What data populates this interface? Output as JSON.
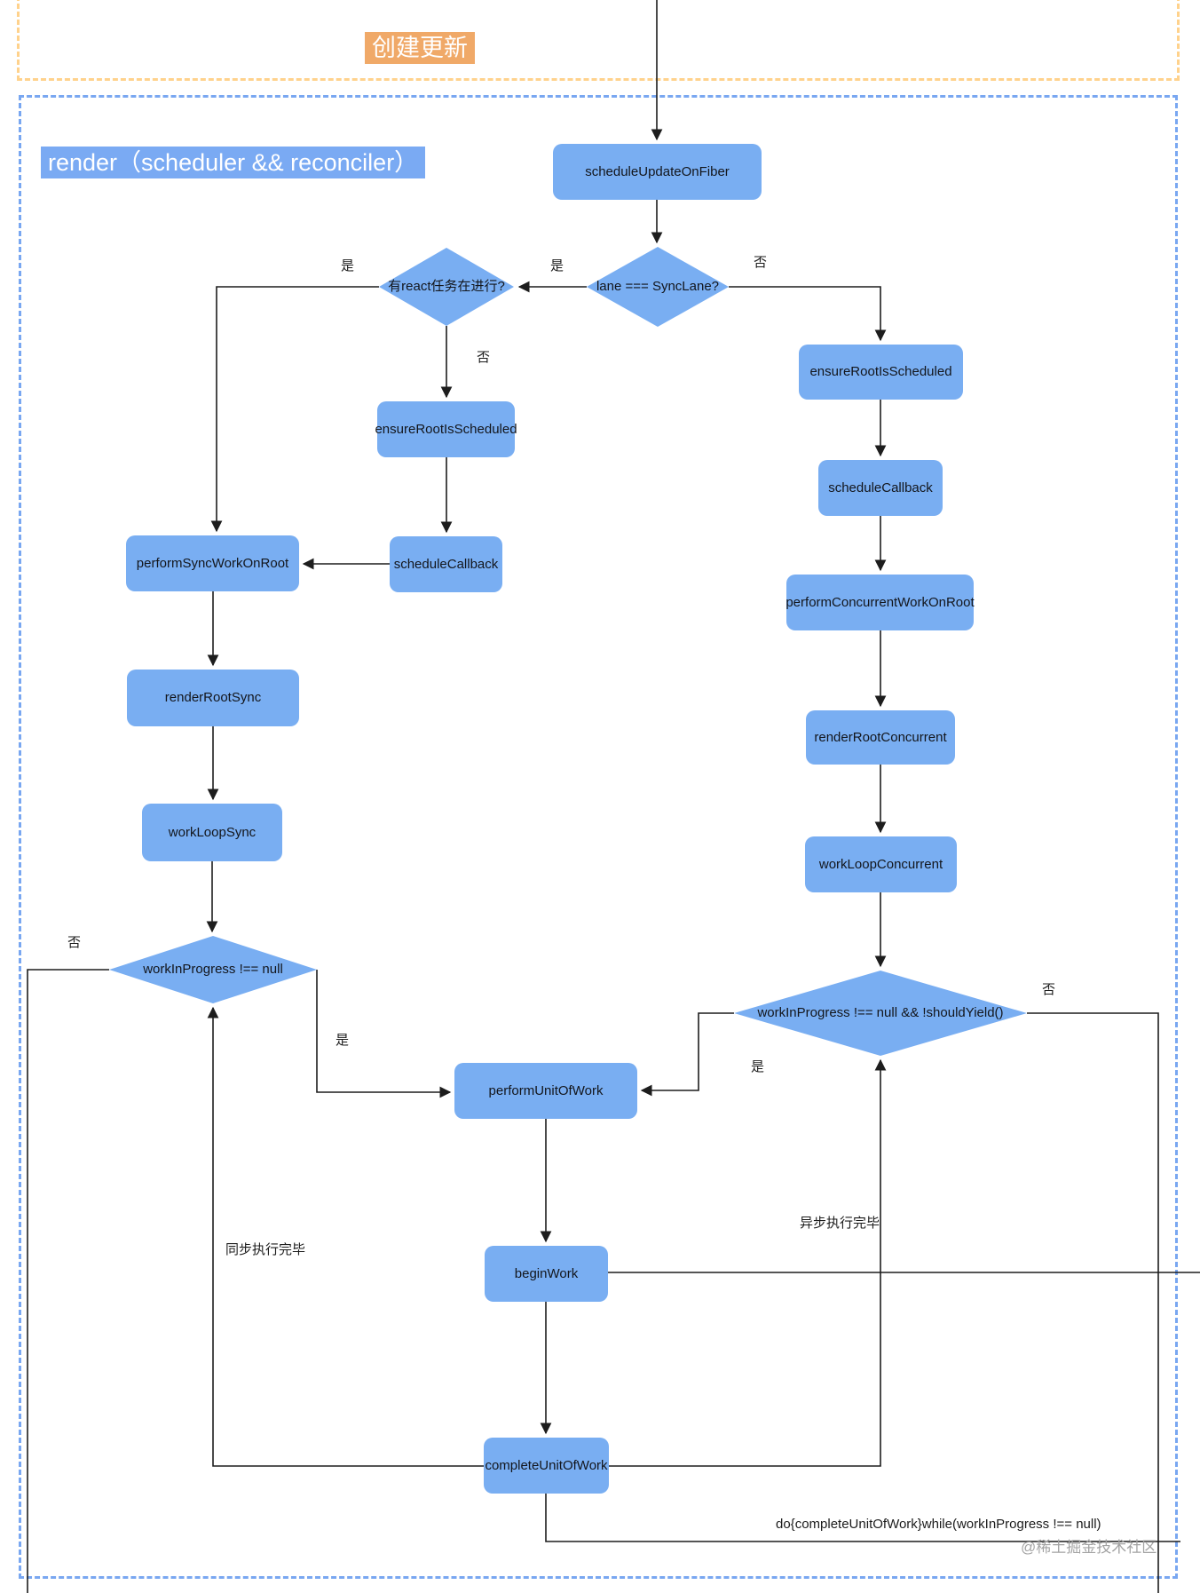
{
  "phases": {
    "create_update": "创建更新",
    "render_phase": "render（scheduler && reconciler）"
  },
  "nodes": {
    "schedule_update_on_fiber": "scheduleUpdateOnFiber",
    "ensure_root_is_scheduled_right": "ensureRootIsScheduled",
    "schedule_callback_right": "scheduleCallback",
    "perform_concurrent_work_on_root": "performConcurrentWorkOnRoot",
    "render_root_concurrent": "renderRootConcurrent",
    "work_loop_concurrent": "workLoopConcurrent",
    "ensure_root_is_scheduled_left": "ensureRootIsScheduled",
    "schedule_callback_left": "scheduleCallback",
    "perform_sync_work_on_root": "performSyncWorkOnRoot",
    "render_root_sync": "renderRootSync",
    "work_loop_sync": "workLoopSync",
    "perform_unit_of_work": "performUnitOfWork",
    "begin_work": "beginWork",
    "complete_unit_of_work": "completeUnitOfWork"
  },
  "decisions": {
    "lane_sync_lane": "lane === SyncLane?",
    "has_react_task": "有react任务在进行?",
    "wip_not_null": "workInProgress !== null",
    "wip_not_null_should_yield": "workInProgress !== null && !shouldYield()"
  },
  "edge_labels": {
    "yes_lane_to_task": "是",
    "no_lane_right": "否",
    "yes_task_left": "是",
    "no_task_down": "否",
    "no_wip_left": "否",
    "yes_wip_right": "是",
    "no_yield_right": "否",
    "yes_yield_left": "是",
    "sync_done": "同步执行完毕",
    "async_done": "异步执行完毕"
  },
  "annotations": {
    "do_while": "do{completeUnitOfWork}while(workInProgress !== null)",
    "watermark": "@稀土掘金技术社区"
  },
  "colors": {
    "node_fill": "#79aef2",
    "outer_frame_dash": "#ffd28c",
    "inner_frame_dash": "#79a7f1",
    "create_label_bg": "#f0a968",
    "render_label_bg": "#7aaaf3",
    "wire": "#1d1d1d"
  }
}
